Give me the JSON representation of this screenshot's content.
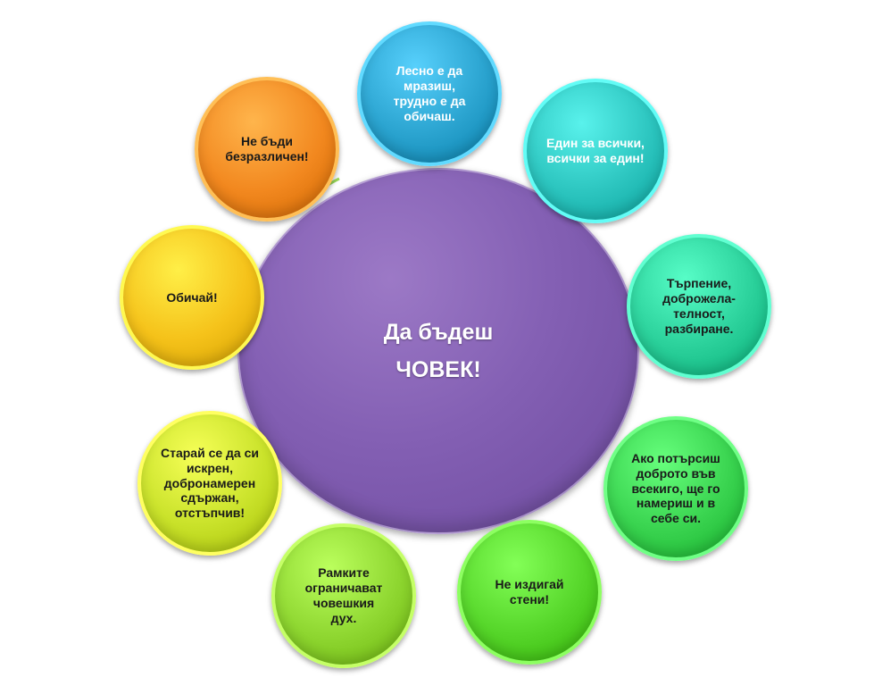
{
  "center": {
    "line1": "Да бъдеш",
    "line2": "ЧОВЕК!",
    "color": "#7f5aad"
  },
  "satellites": [
    {
      "text": "Лесно е да\nмразиш,\nтрудно е да\nобичаш.",
      "color": "#2aa3cf",
      "text_color": "light"
    },
    {
      "text": "Един за всички,\nвсички за един!",
      "color": "#2cc5bf",
      "text_color": "light"
    },
    {
      "text": "Търпение,\nдоброжела-\nтелност,\nразбиране.",
      "color": "#2ad09a",
      "text_color": "dark"
    },
    {
      "text": "Ако потърсиш\nдоброто във\nвсекиго, ще го\nнамериш и в\nсебе си.",
      "color": "#39d34f",
      "text_color": "dark"
    },
    {
      "text": "Не издигай\nстени!",
      "color": "#56d62a",
      "text_color": "dark"
    },
    {
      "text": "Рамките\nограничават\nчовешкия\nдух.",
      "color": "#8ed630",
      "text_color": "dark"
    },
    {
      "text": "Старай се да си\nискрен,\nдобронамерен\nсдържан,\nотстъпчив!",
      "color": "#c9e22a",
      "text_color": "dark"
    },
    {
      "text": "Обичай!",
      "color": "#f5c21a",
      "text_color": "dark"
    },
    {
      "text": "Не бъди\nбезразличен!",
      "color": "#f2881f",
      "text_color": "dark"
    }
  ]
}
